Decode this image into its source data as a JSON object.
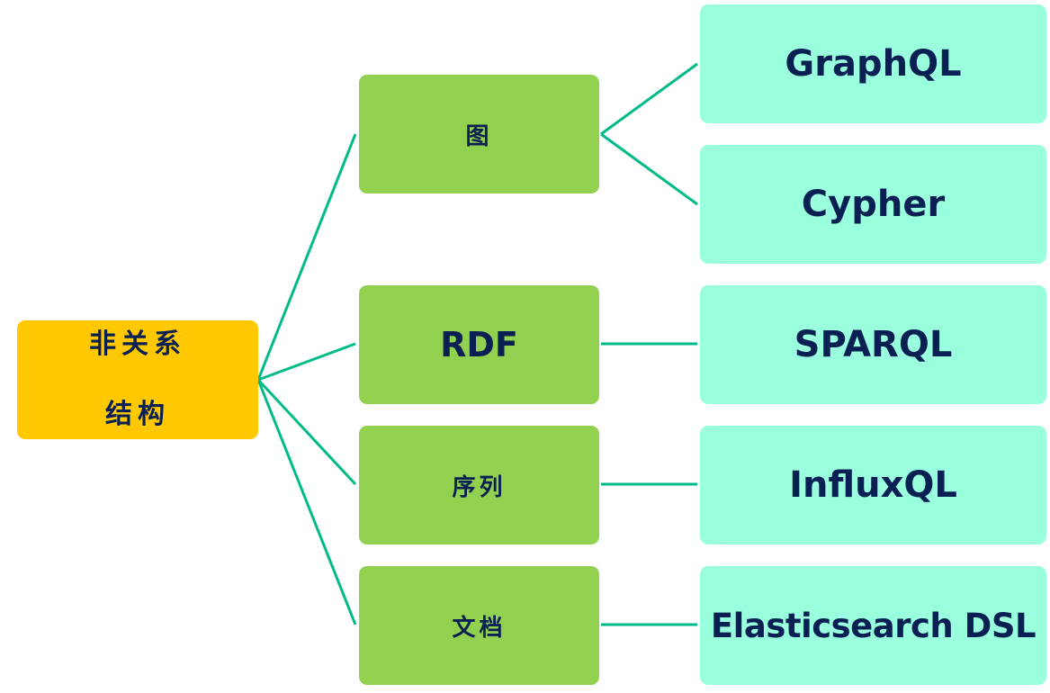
{
  "root": {
    "line1": "非关系",
    "line2": "结构"
  },
  "categories": [
    {
      "label": "图"
    },
    {
      "label": "RDF"
    },
    {
      "label": "序列"
    },
    {
      "label": "文档"
    }
  ],
  "languages": [
    {
      "label": "GraphQL"
    },
    {
      "label": "Cypher"
    },
    {
      "label": "SPARQL"
    },
    {
      "label": "InfluxQL"
    },
    {
      "label": "Elasticsearch DSL"
    }
  ],
  "colors": {
    "root": "#FFC800",
    "category": "#92D050",
    "language": "#99FFDD",
    "connector": "#00BB88",
    "text": "#0A1F52"
  }
}
